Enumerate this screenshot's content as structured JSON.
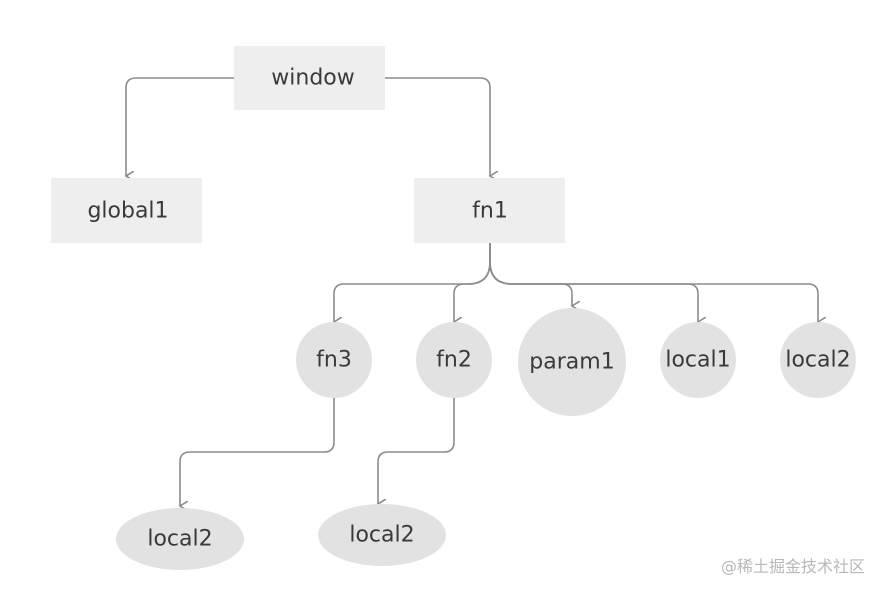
{
  "nodes": {
    "window": "window",
    "global1": "global1",
    "fn1": "fn1",
    "fn3": "fn3",
    "fn2": "fn2",
    "param1": "param1",
    "local1": "local1",
    "local2_a": "local2",
    "local2_b": "local2",
    "local2_c": "local2"
  },
  "watermark": "@稀土掘金技术社区",
  "colors": {
    "edge": "#8c8c8c",
    "box_fill": "#efeeee",
    "circle_fill": "#e3e2e2",
    "label": "#3a3a3a",
    "watermark": "#b8b8b8"
  }
}
